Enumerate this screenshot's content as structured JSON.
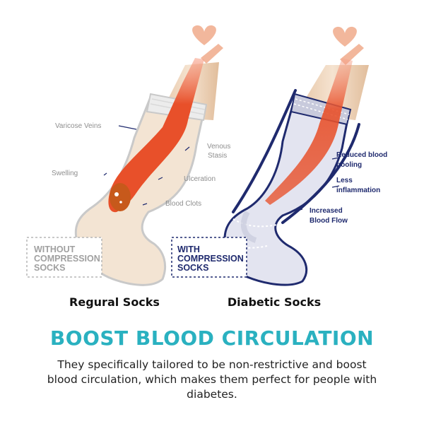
{
  "left_panel": {
    "labels": [
      "Varicose Veins",
      "Venous",
      "Stasis",
      "Swelling",
      "Ulceration",
      "Blood Clots"
    ],
    "badge": [
      "WITHOUT",
      "COMPRESSION",
      "SOCKS"
    ],
    "caption": "Regural Socks"
  },
  "right_panel": {
    "labels": [
      "Reduced blood",
      "pooling",
      "Less",
      "inflammation",
      "Increased",
      "Blood Flow"
    ],
    "badge": [
      "WITH",
      "COMPRESSION",
      "SOCKS"
    ],
    "caption": "Diabetic Socks"
  },
  "headline": "BOOST BLOOD CIRCULATION",
  "description": "They specifically tailored to be non-restrictive and boost blood circulation, which makes them perfect for people with diabetes.",
  "colors": {
    "accent_teal": "#2ab1c0",
    "navy": "#1f2a6e",
    "skin": "#efd6bd",
    "vessel_red": "#e8502a",
    "heart": "#f2b79c"
  },
  "icons": [
    "heart-icon",
    "heart-icon"
  ]
}
